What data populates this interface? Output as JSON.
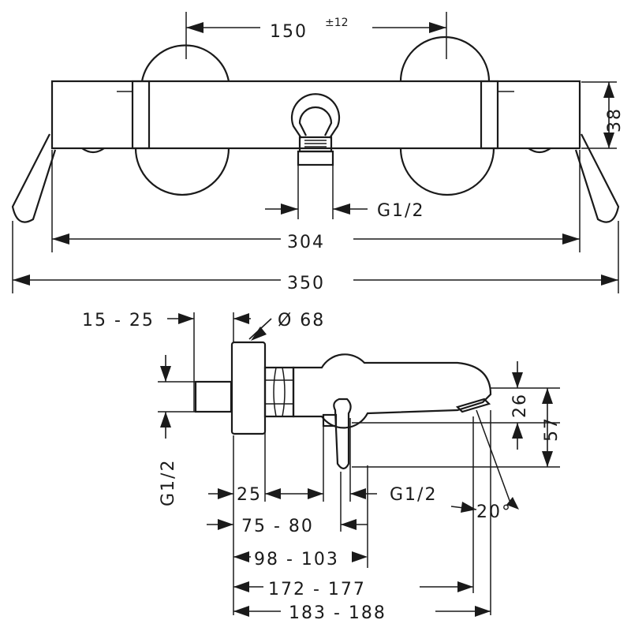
{
  "top_view": {
    "dim_150": "150",
    "dim_150_tol": "±12",
    "dim_38": "38",
    "dim_thread": "G1/2",
    "dim_304": "304",
    "dim_350": "350"
  },
  "side_view": {
    "dim_15_25": "15 - 25",
    "dim_diameter": "Ø 68",
    "dim_thread_left": "G1/2",
    "dim_25": "25",
    "dim_thread_spout": "G1/2",
    "dim_20deg": "20°",
    "dim_26": "26",
    "dim_57": "57",
    "dim_75_80": "75 - 80",
    "dim_98_103": "98 - 103",
    "dim_172_177": "172 - 177",
    "dim_183_188": "183 - 188"
  }
}
